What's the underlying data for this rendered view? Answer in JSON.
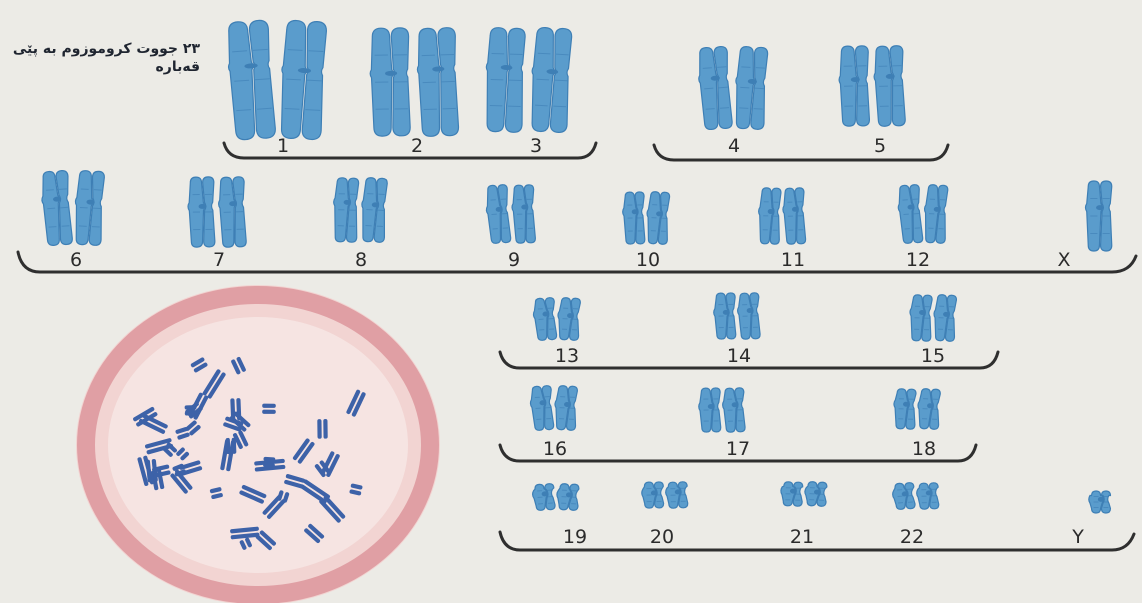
{
  "caption": "۲۳ جووت كروموزوم به پێی قەبارە",
  "colors": {
    "background": "#ecebe6",
    "chromosome": "#5a9ccc",
    "chromosome_dark": "#3e7fb5",
    "metaphase_chromosome": "#3d62a8",
    "cell_rim": "#d98e94",
    "cell_fill": "#f2d4d2",
    "bracket": "#2f2f2f"
  },
  "groups": [
    {
      "id": "A",
      "pairs": [
        {
          "label": "1"
        },
        {
          "label": "2"
        },
        {
          "label": "3"
        }
      ]
    },
    {
      "id": "B",
      "pairs": [
        {
          "label": "4"
        },
        {
          "label": "5"
        }
      ]
    },
    {
      "id": "C",
      "pairs": [
        {
          "label": "6"
        },
        {
          "label": "7"
        },
        {
          "label": "8"
        },
        {
          "label": "9"
        },
        {
          "label": "10"
        },
        {
          "label": "11"
        },
        {
          "label": "12"
        },
        {
          "label": "X"
        }
      ]
    },
    {
      "id": "D",
      "pairs": [
        {
          "label": "13"
        },
        {
          "label": "14"
        },
        {
          "label": "15"
        }
      ]
    },
    {
      "id": "E",
      "pairs": [
        {
          "label": "16"
        },
        {
          "label": "17"
        },
        {
          "label": "18"
        }
      ]
    },
    {
      "id": "F",
      "pairs": [
        {
          "label": "19"
        },
        {
          "label": "20"
        },
        {
          "label": "21"
        },
        {
          "label": "22"
        },
        {
          "label": "Y"
        }
      ]
    }
  ]
}
